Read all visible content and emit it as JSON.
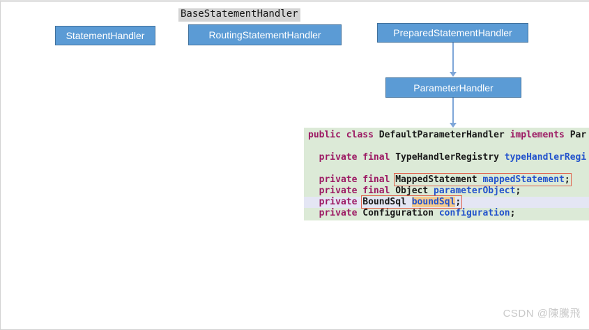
{
  "diagram": {
    "base_label": "BaseStatementHandler",
    "nodes": [
      {
        "label": "StatementHandler"
      },
      {
        "label": "RoutingStatementHandler"
      },
      {
        "label": "PreparedStatementHandler"
      },
      {
        "label": "ParameterHandler"
      }
    ],
    "node_fill": "#5b9bd5",
    "node_border": "#41719c",
    "node_text_color": "#ffffff",
    "base_label_background": "#d4d4d4",
    "arrow_color": "#7ea6d8"
  },
  "code_snippet": {
    "background": "#dcead7",
    "colors": {
      "keyword": "#9c1963",
      "field": "#2353cc",
      "plain": "#1a1a1a",
      "current_line_background": "#e4e6f4",
      "selection_highlight": "#f4c98e",
      "annotation_box_border": "#e0604b"
    },
    "lines": [
      {
        "tokens": [
          {
            "t": "public class",
            "c": "kw"
          },
          {
            "t": " DefaultParameterHandler ",
            "c": "pl"
          },
          {
            "t": "implements",
            "c": "kw"
          },
          {
            "t": " Par",
            "c": "pl"
          }
        ]
      },
      {
        "tokens": []
      },
      {
        "tokens": [
          {
            "t": "  ",
            "c": "pl"
          },
          {
            "t": "private final",
            "c": "kw"
          },
          {
            "t": " TypeHandlerRegistry ",
            "c": "pl"
          },
          {
            "t": "typeHandlerRegi",
            "c": "fd"
          }
        ]
      },
      {
        "tokens": []
      },
      {
        "tokens": [
          {
            "t": "  ",
            "c": "pl"
          },
          {
            "t": "private final",
            "c": "kw"
          },
          {
            "t": " ",
            "c": "pl"
          },
          {
            "box": true,
            "items": [
              {
                "t": "MappedStatement ",
                "c": "pl"
              },
              {
                "t": "mappedStatement",
                "c": "fd"
              },
              {
                "t": ";",
                "c": "pl"
              }
            ]
          }
        ]
      },
      {
        "tokens": [
          {
            "t": "  ",
            "c": "pl"
          },
          {
            "t": "private final",
            "c": "kw"
          },
          {
            "t": " Object ",
            "c": "pl"
          },
          {
            "t": "parameterObject",
            "c": "fd"
          },
          {
            "t": ";",
            "c": "pl"
          }
        ]
      },
      {
        "highlight": true,
        "tokens": [
          {
            "t": "  ",
            "c": "pl"
          },
          {
            "t": "private",
            "c": "kw"
          },
          {
            "t": " ",
            "c": "pl"
          },
          {
            "box": true,
            "items": [
              {
                "t": "BoundSql ",
                "c": "pl"
              },
              {
                "t": "boundSql",
                "c": "fd",
                "hl": true
              },
              {
                "t": ";",
                "c": "pl"
              }
            ]
          }
        ]
      },
      {
        "tokens": [
          {
            "t": "  ",
            "c": "pl"
          },
          {
            "t": "private",
            "c": "kw"
          },
          {
            "t": " Configuration ",
            "c": "pl"
          },
          {
            "t": "configuration",
            "c": "fd"
          },
          {
            "t": ";",
            "c": "pl"
          }
        ]
      }
    ]
  },
  "watermark": {
    "text": "CSDN @陳騰飛",
    "color": "#c9c9c9"
  }
}
